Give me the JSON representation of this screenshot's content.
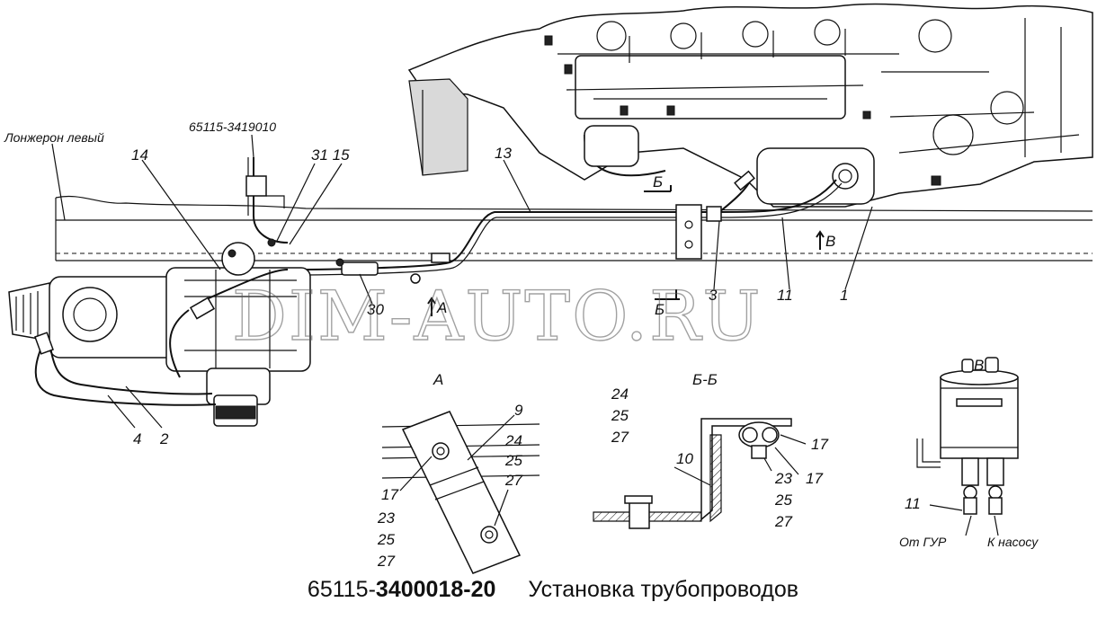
{
  "labels": {
    "longeron": "Лонжерон левый",
    "part_number": "65115-3419010",
    "n14": "14",
    "n31_15": "31 15",
    "n13": "13",
    "n4": "4",
    "n2": "2",
    "n30": "30",
    "n3": "3",
    "n11": "11",
    "n1": "1",
    "view_b_arrow": "Б",
    "view_a_arrow": "А",
    "view_v_arrow": "В"
  },
  "watermark": "DIM-AUTO.RU",
  "view_a": {
    "title": "А",
    "n9": "9",
    "right_labels": [
      "24",
      "25",
      "27"
    ],
    "n27b": "27",
    "left_labels": [
      "17",
      "23",
      "25",
      "27"
    ]
  },
  "view_bb": {
    "title": "Б-Б",
    "left_labels": [
      "24",
      "25",
      "27"
    ],
    "n10": "10",
    "n17a": "17",
    "n17b": "17",
    "bottom_labels": [
      "23",
      "25",
      "27"
    ]
  },
  "view_v": {
    "title": "В",
    "n11": "11",
    "from_gur": "От ГУР",
    "to_pump": "К насосу"
  },
  "caption": {
    "prefix": "65115-",
    "code": "3400018-20",
    "title": "Установка трубопроводов"
  }
}
